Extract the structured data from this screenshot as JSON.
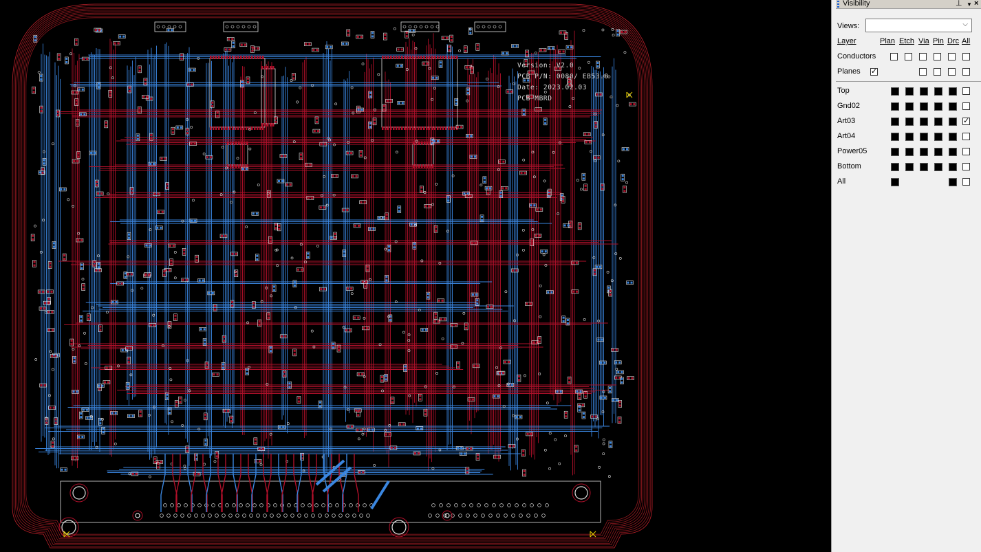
{
  "panel": {
    "title": "Visibility",
    "views_label": "Views:",
    "views_value": "",
    "headers": [
      "Layer",
      "Plan",
      "Etch",
      "Via",
      "Pin",
      "Drc",
      "All"
    ],
    "global_rows": [
      {
        "label": "Conductors",
        "checks": [
          false,
          false,
          false,
          false,
          false,
          false
        ]
      },
      {
        "label": "Planes",
        "checks": [
          true,
          null,
          false,
          false,
          false,
          false
        ]
      }
    ],
    "layers": [
      {
        "label": "Top",
        "colors": [
          "#000000",
          "#b00000",
          "#1010c8",
          "#b00000",
          "#000000"
        ],
        "all": false
      },
      {
        "label": "Gnd02",
        "colors": [
          "#000000",
          "#000000",
          "#000000",
          "#000000",
          "#000000"
        ],
        "all": false
      },
      {
        "label": "Art03",
        "colors": [
          "#4a8a30",
          "#f4a0c0",
          "#1010c8",
          "#1e78e0",
          "#f0e000"
        ],
        "all": true
      },
      {
        "label": "Art04",
        "colors": [
          "#000000",
          "#000000",
          "#000000",
          "#000000",
          "#000000"
        ],
        "all": false
      },
      {
        "label": "Power05",
        "colors": [
          "#000000",
          "#000000",
          "#000000",
          "#000000",
          "#000000"
        ],
        "all": false
      },
      {
        "label": "Bottom",
        "colors": [
          "#000000",
          "#1e78e0",
          "#1010c8",
          "#1e78e0",
          "#000000"
        ],
        "all": false
      },
      {
        "label": "All",
        "colors": [
          "#000000",
          null,
          null,
          null,
          "#000000"
        ],
        "all": false
      }
    ]
  },
  "board": {
    "text_lines": [
      "Version: V2.0",
      "PCB P/N: 0080/ EB53.0",
      "Date:    2023.02.03",
      "PCB MBRD"
    ],
    "colors": {
      "top": "#b0102a",
      "bottom": "#3a86e0",
      "outline": "#c0202a",
      "text": "#d8d8d8",
      "marker": "#e8d000"
    }
  }
}
